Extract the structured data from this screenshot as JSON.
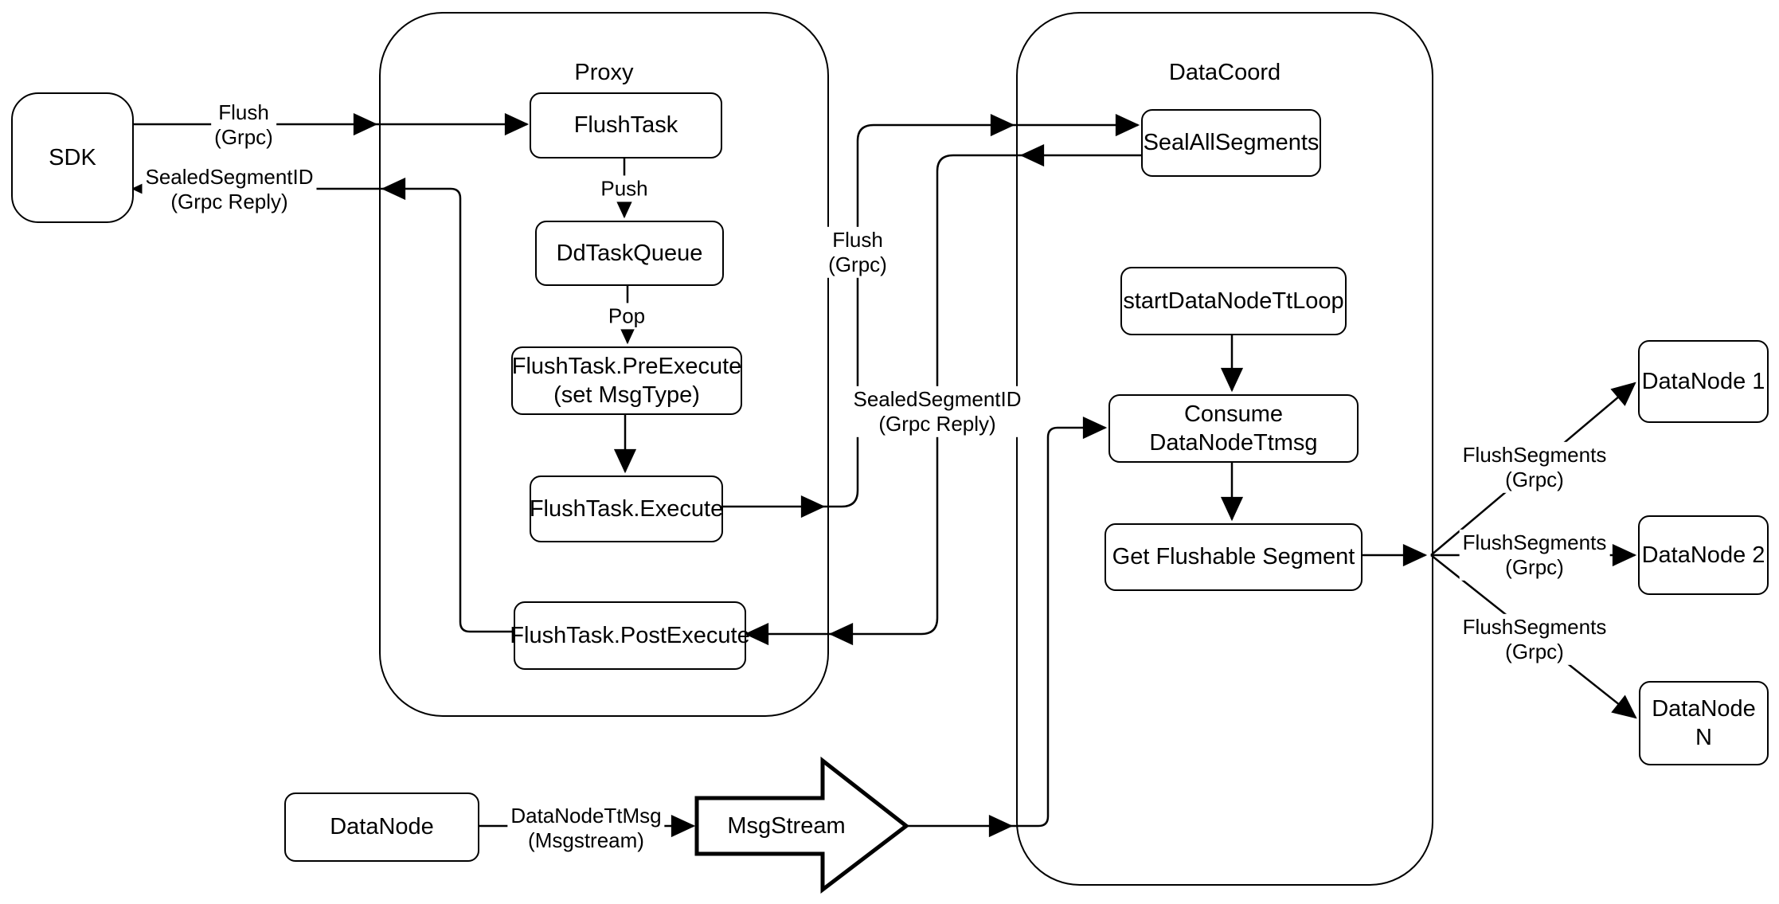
{
  "diagram": {
    "colors": {
      "stroke": "#000000",
      "node_fill": "#ffffff",
      "background": "#ffffff"
    },
    "containers": {
      "proxy": {
        "title": "Proxy"
      },
      "datacoord": {
        "title": "DataCoord"
      }
    },
    "nodes": {
      "sdk": {
        "label": "SDK"
      },
      "flushtask": {
        "label": "FlushTask"
      },
      "ddtaskqueue": {
        "label": "DdTaskQueue"
      },
      "preexecute": {
        "label": "FlushTask.PreExecute",
        "sublabel": "(set MsgType)"
      },
      "execute": {
        "label": "FlushTask.Execute"
      },
      "postexecute": {
        "label": "FlushTask.PostExecute"
      },
      "sealallsegments": {
        "label": "SealAllSegments"
      },
      "startloop": {
        "label": "startDataNodeTtLoop"
      },
      "consume": {
        "label": "Consume DataNodeTtmsg"
      },
      "getflushable": {
        "label": "Get Flushable Segment"
      },
      "datanode1": {
        "label": "DataNode 1"
      },
      "datanode2": {
        "label": "DataNode 2"
      },
      "datanodeN": {
        "label": "DataNode N"
      },
      "datanode": {
        "label": "DataNode"
      },
      "msgstream": {
        "label": "MsgStream"
      }
    },
    "edge_labels": {
      "flush_sdk": {
        "line1": "Flush",
        "line2": "(Grpc)"
      },
      "sealed_sdk": {
        "line1": "SealedSegmentID",
        "line2": "(Grpc Reply)"
      },
      "push": {
        "line1": "Push"
      },
      "pop": {
        "line1": "Pop"
      },
      "flush_dc": {
        "line1": "Flush",
        "line2": "(Grpc)"
      },
      "sealed_dc": {
        "line1": "SealedSegmentID",
        "line2": "(Grpc Reply)"
      },
      "flushsegments1": {
        "line1": "FlushSegments",
        "line2": "(Grpc)"
      },
      "flushsegments2": {
        "line1": "FlushSegments",
        "line2": "(Grpc)"
      },
      "flushsegments3": {
        "line1": "FlushSegments",
        "line2": "(Grpc)"
      },
      "datanodettmsg": {
        "line1": "DataNodeTtMsg",
        "line2": "(Msgstream)"
      }
    }
  }
}
